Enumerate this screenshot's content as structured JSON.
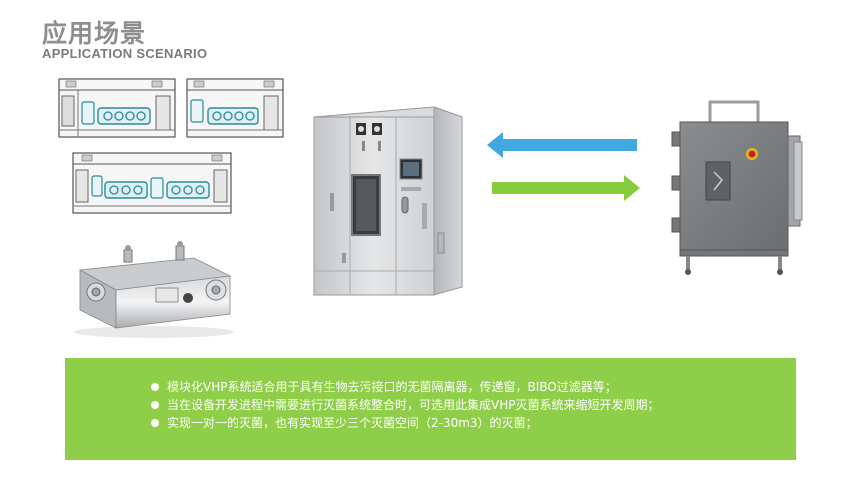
{
  "header": {
    "title_zh": "应用场景",
    "title_en": "APPLICATION SCENARIO"
  },
  "colors": {
    "title": "#8e8e8e",
    "arrow_left": "#3fa9e0",
    "arrow_right": "#86cc3c",
    "banner": "#8fce48",
    "bullet_text": "#ffffff"
  },
  "icons": [
    "isolator-drawing",
    "vhp-module-photo",
    "pass-box-photo",
    "bibo-filter-box-photo",
    "left-arrow",
    "right-arrow"
  ],
  "banner": {
    "bullets": [
      "模块化VHP系统适合用于具有生物去污接口的无菌隔离器，传递窗，BIBO过滤器等；",
      "当在设备开发进程中需要进行灭菌系统整合时，可选用此集成VHP灭菌系统来缩短开发周期；",
      "实现一对一的灭菌，也有实现至少三个灭菌空间（2-30m3）的灭菌；"
    ]
  }
}
